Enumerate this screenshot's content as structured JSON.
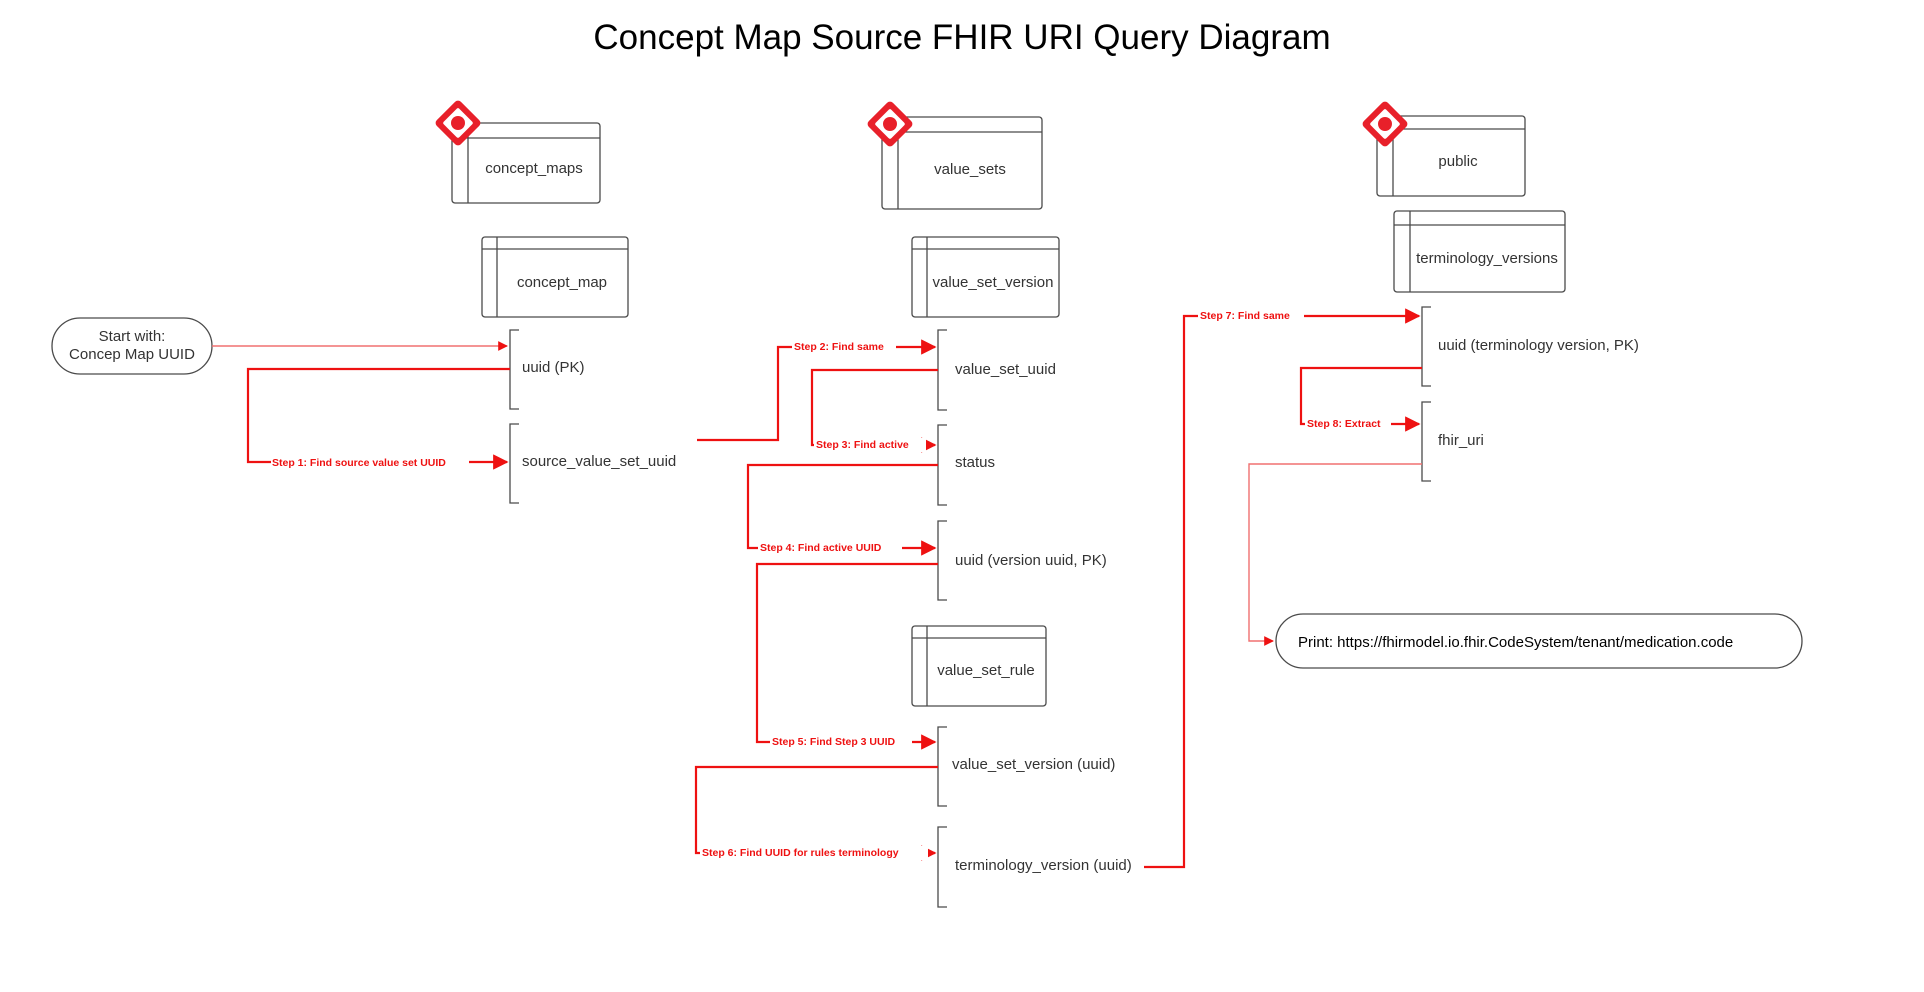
{
  "title": "Concept Map Source FHIR URI Query Diagram",
  "colors": {
    "accent": "#ee1111",
    "box_stroke": "#4a4a4a",
    "schema_icon": "#e8202a"
  },
  "schemas": [
    {
      "name": "concept_maps",
      "icon": "schema-diamond-icon"
    },
    {
      "name": "value_sets",
      "icon": "schema-diamond-icon"
    },
    {
      "name": "public",
      "icon": "schema-diamond-icon"
    }
  ],
  "tables": [
    {
      "name": "concept_map"
    },
    {
      "name": "value_set_version"
    },
    {
      "name": "value_set_rule"
    },
    {
      "name": "terminology_versions"
    }
  ],
  "fields": [
    {
      "name": "uuid (PK)"
    },
    {
      "name": "source_value_set_uuid"
    },
    {
      "name": "value_set_uuid"
    },
    {
      "name": "status"
    },
    {
      "name": "uuid (version uuid, PK)"
    },
    {
      "name": "value_set_version (uuid)"
    },
    {
      "name": "terminology_version (uuid)"
    },
    {
      "name": "uuid (terminology version, PK)"
    },
    {
      "name": "fhir_uri"
    }
  ],
  "start": {
    "line1": "Start with:",
    "line2": "Concep Map UUID"
  },
  "end": {
    "text": "Print: https://fhirmodel.io.fhir.CodeSystem/tenant/medication.code"
  },
  "steps": [
    "Step 1: Find source value set UUID",
    "Step 2: Find same",
    "Step 3: Find active",
    "Step 4: Find active UUID",
    "Step 5: Find Step 3 UUID",
    "Step 6: Find UUID for rules terminology",
    "Step 7: Find same",
    "Step 8: Extract"
  ]
}
